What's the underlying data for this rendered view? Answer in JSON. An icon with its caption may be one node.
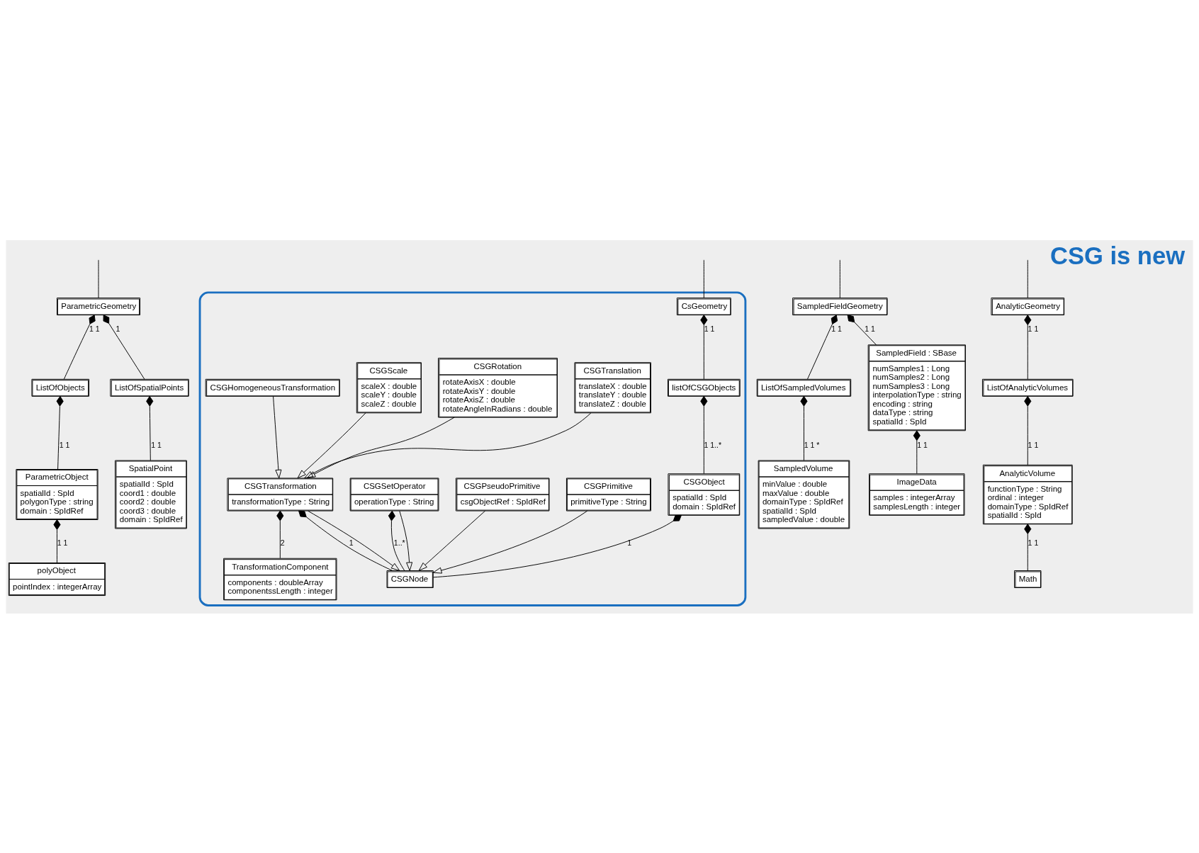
{
  "diagram": {
    "nodes": [
      {
        "text": [
          "ParametricGeometry"
        ]
      },
      {
        "text": [
          "ListOfObjects"
        ]
      },
      {
        "text": [
          "ParametricObject",
          "spatialId : SpId",
          "polygonType : string",
          "domain : SpIdRef"
        ]
      },
      {
        "text": [
          "polyObject",
          "pointIndex : integerArray"
        ]
      },
      {
        "text": [
          "ListOfSpatialPoints"
        ]
      },
      {
        "text": [
          "SpatialPoint",
          "spatialId : SpId",
          "coord1 : double",
          "coord2 : double",
          "coord3 : double",
          "domain : SpIdRef"
        ]
      },
      {
        "text": [],
        "shape": "loop"
      },
      {
        "text": [
          "CsGeometry"
        ],
        "in": 6
      },
      {
        "text": [
          "listOfCSGObjects"
        ],
        "in": 6
      },
      {
        "text": [
          "CSGObject",
          "spatialId : SpId",
          "domain : SpIdRef"
        ],
        "in": 6
      },
      {
        "text": [
          "CSGNode"
        ],
        "in": 6
      },
      {
        "text": [
          "CSGPrimitive",
          "primitiveType : String"
        ],
        "in": 6
      },
      {
        "text": [
          "CSGPseudoPrimitive",
          "csgObjectRef : SpIdRef"
        ],
        "in": 6
      },
      {
        "text": [
          "CSGTransformation",
          "transformationType : String"
        ],
        "in": 6
      },
      {
        "text": [
          "CSGSetOperator",
          "operationType : String"
        ],
        "in": 6
      },
      {
        "text": [
          "TransformationComponent",
          "components : doubleArray",
          "componentssLength : integer"
        ],
        "in": 6
      },
      {
        "text": [
          "CSGTranslation",
          "translateX : double",
          "translateY : double",
          "translateZ : double"
        ],
        "in": 6
      },
      {
        "text": [
          "CSGRotation",
          "rotateAxisX : double",
          "rotateAxisY : double",
          "rotateAxisZ : double",
          "rotateAngleInRadians : double"
        ],
        "in": 6
      },
      {
        "text": [
          "CSGScale",
          "scaleX : double",
          "scaleY : double",
          "scaleZ : double"
        ],
        "in": 6
      },
      {
        "text": [
          "CSGHomogeneousTransformation"
        ],
        "in": 6
      },
      {
        "text": [
          "SampledFieldGeometry"
        ]
      },
      {
        "text": [
          "ListOfSampledVolumes"
        ]
      },
      {
        "text": [
          "SampledVolume",
          "minValue : double",
          "maxValue : double",
          "domainType : SpIdRef",
          "spatialId : SpId",
          "sampledValue : double"
        ]
      },
      {
        "text": [
          "SampledField : SBase",
          "numSamples1 : Long",
          "numSamples2 : Long",
          "numSamples3 : Long",
          "interpolationType : string",
          "encoding : string",
          "dataType : string",
          "spatialId : SpId"
        ]
      },
      {
        "text": [
          "ImageData",
          "samples : integerArray",
          "samplesLength : integer"
        ]
      },
      {
        "text": [
          "AnalyticGeometry"
        ]
      },
      {
        "text": [
          "ListOfAnalyticVolumes"
        ]
      },
      {
        "text": [
          "AnalyticVolume",
          "functionType : String",
          "ordinal : integer",
          "domainType : SpIdRef",
          "spatialId : SpId"
        ]
      },
      {
        "text": [
          "Math"
        ]
      }
    ],
    "edges": [
      {
        "from": null,
        "to": 0,
        "arrow": "none"
      },
      {
        "from": null,
        "to": 7,
        "arrow": "none"
      },
      {
        "from": null,
        "to": 20,
        "arrow": "none"
      },
      {
        "from": null,
        "to": 25,
        "arrow": "none"
      },
      {
        "from": 0,
        "to": 1,
        "arrow": "other",
        "label": "1 1"
      },
      {
        "from": 0,
        "to": 4,
        "arrow": "other",
        "label": "1"
      },
      {
        "from": 1,
        "to": 2,
        "arrow": "other",
        "label": "1 1"
      },
      {
        "from": 2,
        "to": 3,
        "arrow": "other",
        "label": "1 1"
      },
      {
        "from": 4,
        "to": 5,
        "arrow": "other",
        "label": "1 1"
      },
      {
        "from": 7,
        "to": 8,
        "arrow": "other",
        "label": "1 1"
      },
      {
        "from": 8,
        "to": 9,
        "arrow": "other",
        "label": "1 1..*"
      },
      {
        "from": 9,
        "to": 10,
        "arrow": "other",
        "label": "1"
      },
      {
        "from": 11,
        "to": 10,
        "arrow": "to"
      },
      {
        "from": 12,
        "to": 10,
        "arrow": "to"
      },
      {
        "from": 13,
        "to": 10,
        "arrow": "other",
        "label": "1"
      },
      {
        "from": 14,
        "to": 10,
        "arrow": "other",
        "label": "1..*"
      },
      {
        "from": 13,
        "to": 10,
        "arrow": "to"
      },
      {
        "from": 14,
        "to": 10,
        "arrow": "to"
      },
      {
        "from": 13,
        "to": 15,
        "arrow": "other",
        "label": "2"
      },
      {
        "from": 16,
        "to": 13,
        "arrow": "to"
      },
      {
        "from": 17,
        "to": 13,
        "arrow": "to"
      },
      {
        "from": 18,
        "to": 13,
        "arrow": "to"
      },
      {
        "from": 19,
        "to": 13,
        "arrow": "to"
      },
      {
        "from": 20,
        "to": 21,
        "arrow": "other",
        "label": "1 1"
      },
      {
        "from": 21,
        "to": 22,
        "arrow": "other",
        "label": "1 1 *"
      },
      {
        "from": 20,
        "to": 23,
        "arrow": "other",
        "label": "1 1"
      },
      {
        "from": 23,
        "to": 24,
        "arrow": "other",
        "label": "1 1"
      },
      {
        "from": 25,
        "to": 26,
        "arrow": "other",
        "label": "1 1"
      },
      {
        "from": 26,
        "to": 27,
        "arrow": "other",
        "label": "1 1"
      },
      {
        "from": 27,
        "to": 28,
        "arrow": "other",
        "label": "1 1"
      }
    ],
    "labels": [
      "CSG is new"
    ]
  }
}
